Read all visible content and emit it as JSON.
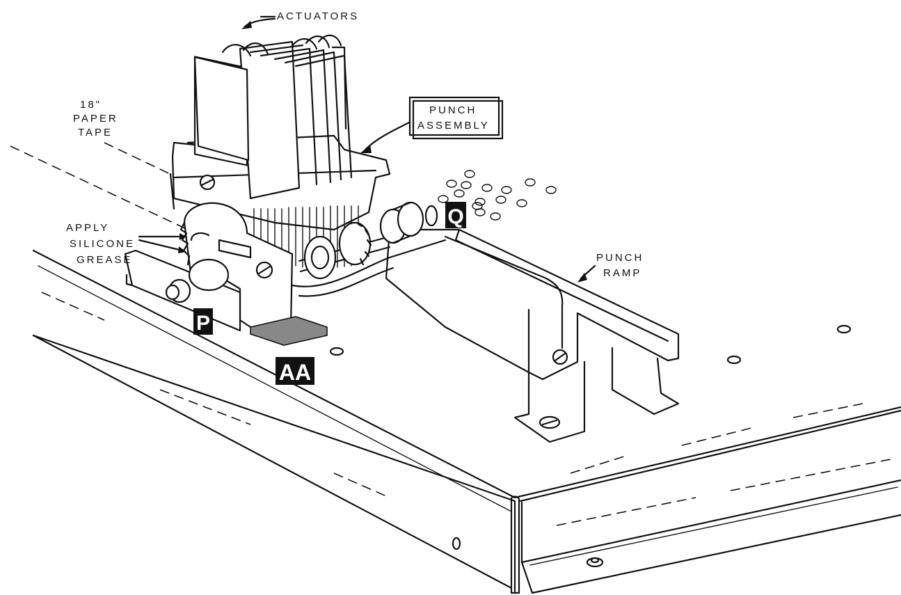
{
  "labels": {
    "actuators": "ACTUATORS",
    "paper_tape_1": "18\"",
    "paper_tape_2": "PAPER",
    "paper_tape_3": "TAPE",
    "punch_assembly_1": "PUNCH",
    "punch_assembly_2": "ASSEMBLY",
    "apply_1": "APPLY",
    "apply_2": "SILICONE",
    "apply_3": "GREASE",
    "punch_ramp_1": "PUNCH",
    "punch_ramp_2": "RAMP"
  },
  "tags": {
    "p": "P",
    "q": "Q",
    "aa": "AA"
  },
  "colors": {
    "ink": "#111111",
    "paper": "#ffffff",
    "tag_bg": "#111111"
  }
}
